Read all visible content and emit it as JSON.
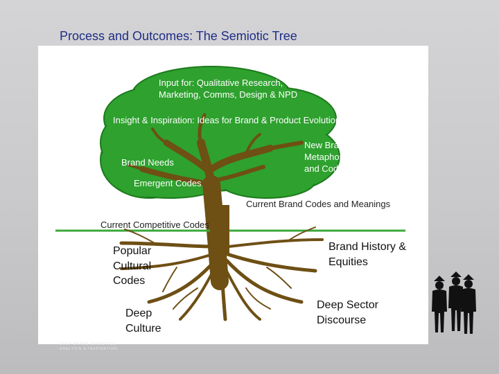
{
  "slide": {
    "title": "Process and Outcomes: The Semiotic Tree"
  },
  "diagram": {
    "canopy": {
      "input": "Input for: Qualitative Research, Marketing, Comms, Design & NPD",
      "insight": "Insight & Inspiration: Ideas for Brand & Product Evolution",
      "brand_needs": "Brand Needs",
      "new_brand": "New Brand Metaphors and Codes",
      "emergent": "Emergent Codes"
    },
    "trunk": {
      "current_brand": "Current Brand Codes and Meanings",
      "competitive": "Current Competitive Codes"
    },
    "roots": {
      "popular": "Popular Cultural Codes",
      "brand_history": "Brand History & Equities",
      "deep_culture": "Deep Culture",
      "deep_sector": "Deep Sector Discourse"
    },
    "colors": {
      "canopy": "#2ea12e",
      "canopy_edge": "#1d7a1d",
      "trunk": "#6e4f14",
      "ground_line": "#3aa83a"
    }
  },
  "footer": {
    "watermark": "DEEP BRAND SEMIOTICS\nANALYSIS & INSPIRATION"
  },
  "decoration": {
    "people_icon": "people-silhouette-icon"
  }
}
